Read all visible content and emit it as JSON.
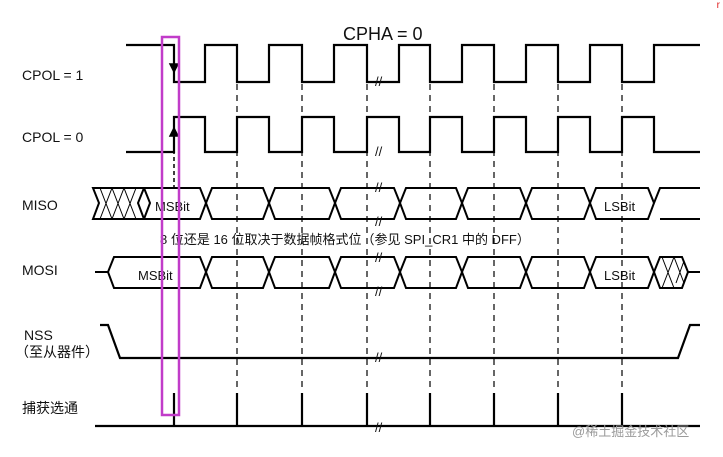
{
  "title": "CPHA = 0",
  "signals": {
    "cpol1": "CPOL = 1",
    "cpol0": "CPOL = 0",
    "miso": "MISO",
    "mosi": "MOSI",
    "nss_line1": "NSS",
    "nss_line2": "（至从器件）",
    "capture": "捕获选通"
  },
  "bits": {
    "msb": "MSBit",
    "lsb": "LSBit"
  },
  "annotation": "8 位还是 16 位取决于数据帧格式位（参见 SPI_CR1 中的 DFF）",
  "break_mark": "//",
  "watermark": "@稀土掘金技术社区",
  "corner_mark": "r",
  "colors": {
    "line": "#000000",
    "highlight": "#c13cc9",
    "watermark": "#9a9a9a"
  }
}
